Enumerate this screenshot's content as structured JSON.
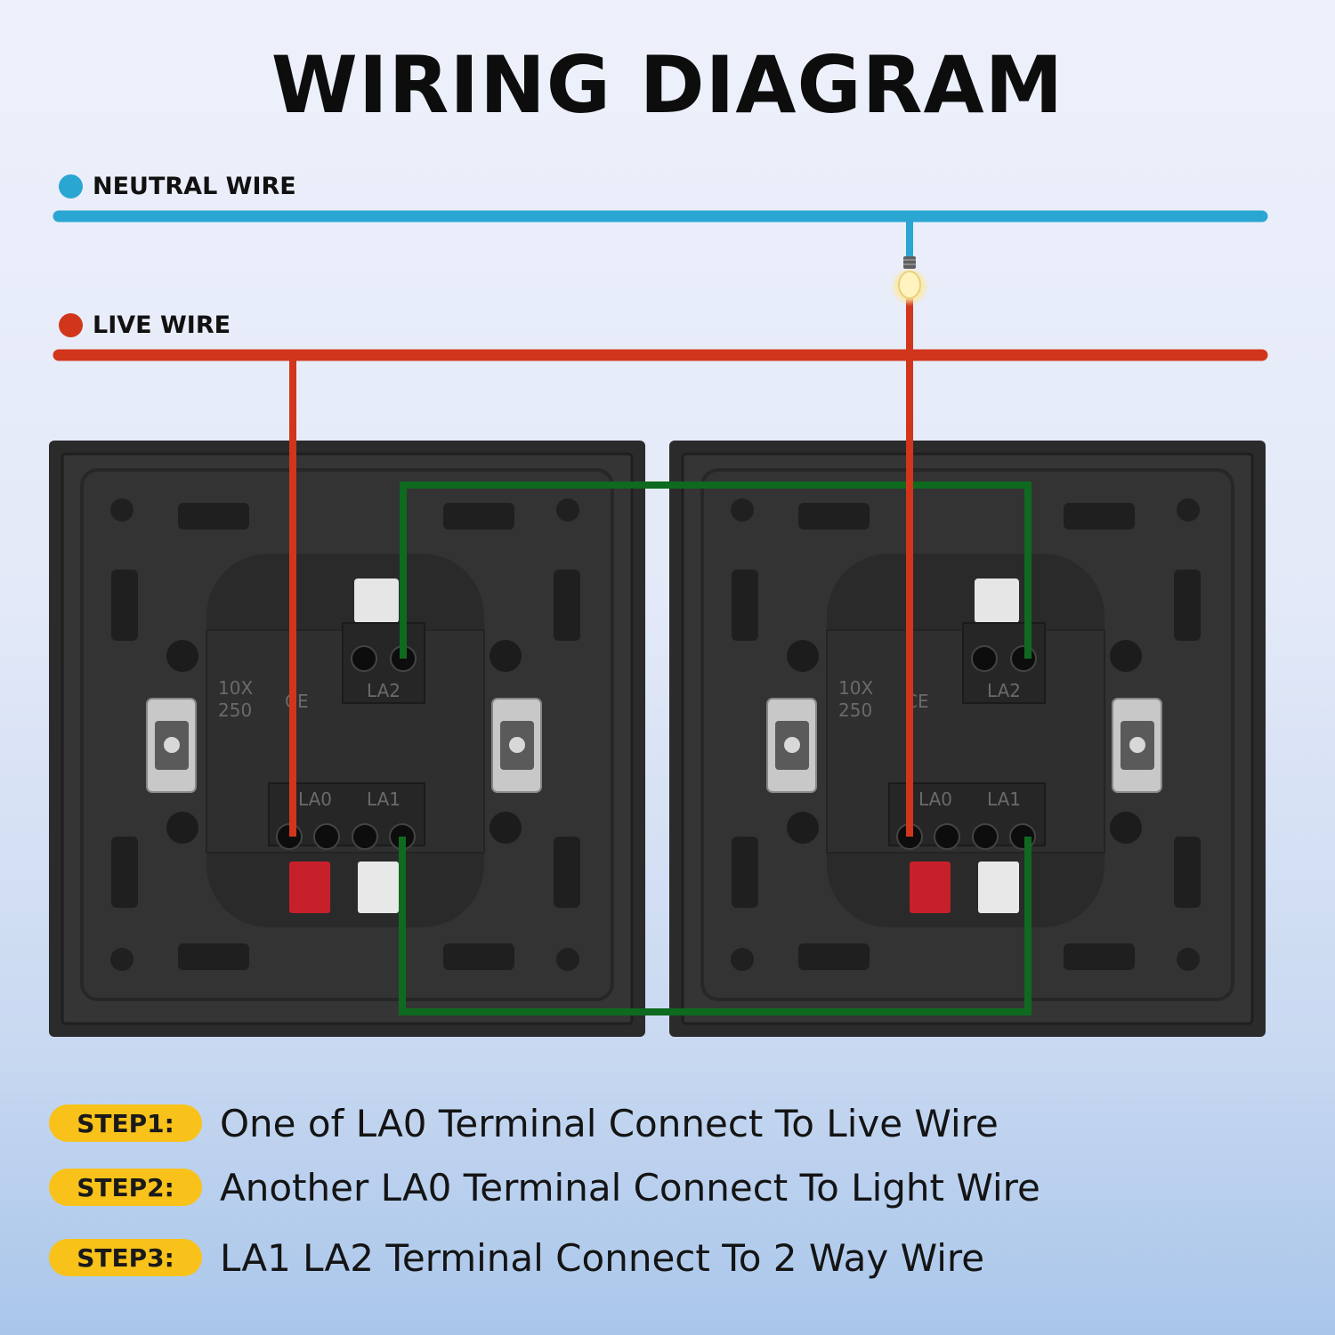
{
  "title": "WIRING DIAGRAM",
  "legend": {
    "neutral": {
      "label": "NEUTRAL WIRE",
      "color": "#2aa6d3"
    },
    "live": {
      "label": "LIVE WIRE",
      "color": "#d1361c"
    }
  },
  "two_way_wire_color": "#0e6a1e",
  "switches": [
    {
      "terminals": {
        "la0": "LA0",
        "la1": "LA1",
        "la2": "LA2"
      },
      "rating_top": "10X",
      "rating_bottom": "250",
      "mark": "CE"
    },
    {
      "terminals": {
        "la0": "LA0",
        "la1": "LA1",
        "la2": "LA2"
      },
      "rating_top": "10X",
      "rating_bottom": "250",
      "mark": "CE"
    }
  ],
  "steps": [
    {
      "label": "STEP1:",
      "text": "One of LA0 Terminal Connect To Live Wire"
    },
    {
      "label": "STEP2:",
      "text": "Another LA0 Terminal Connect To Light Wire"
    },
    {
      "label": "STEP3:",
      "text": "LA1 LA2 Terminal Connect To 2 Way Wire"
    }
  ]
}
